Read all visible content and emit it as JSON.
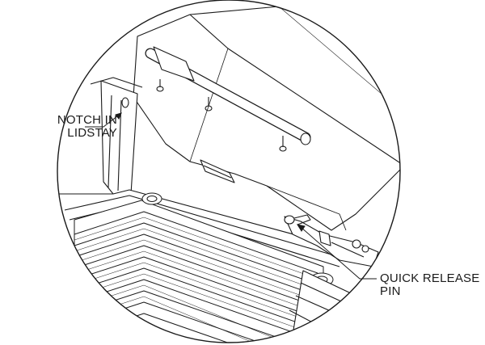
{
  "labels": {
    "notch": {
      "line1": "NOTCH IN",
      "line2": "LIDSTAY"
    },
    "pin": {
      "line1": "QUICK RELEASE",
      "line2": "PIN"
    }
  },
  "colors": {
    "ink": "#1a1a1a",
    "paper": "#ffffff",
    "shade": "#e8e8e8"
  }
}
